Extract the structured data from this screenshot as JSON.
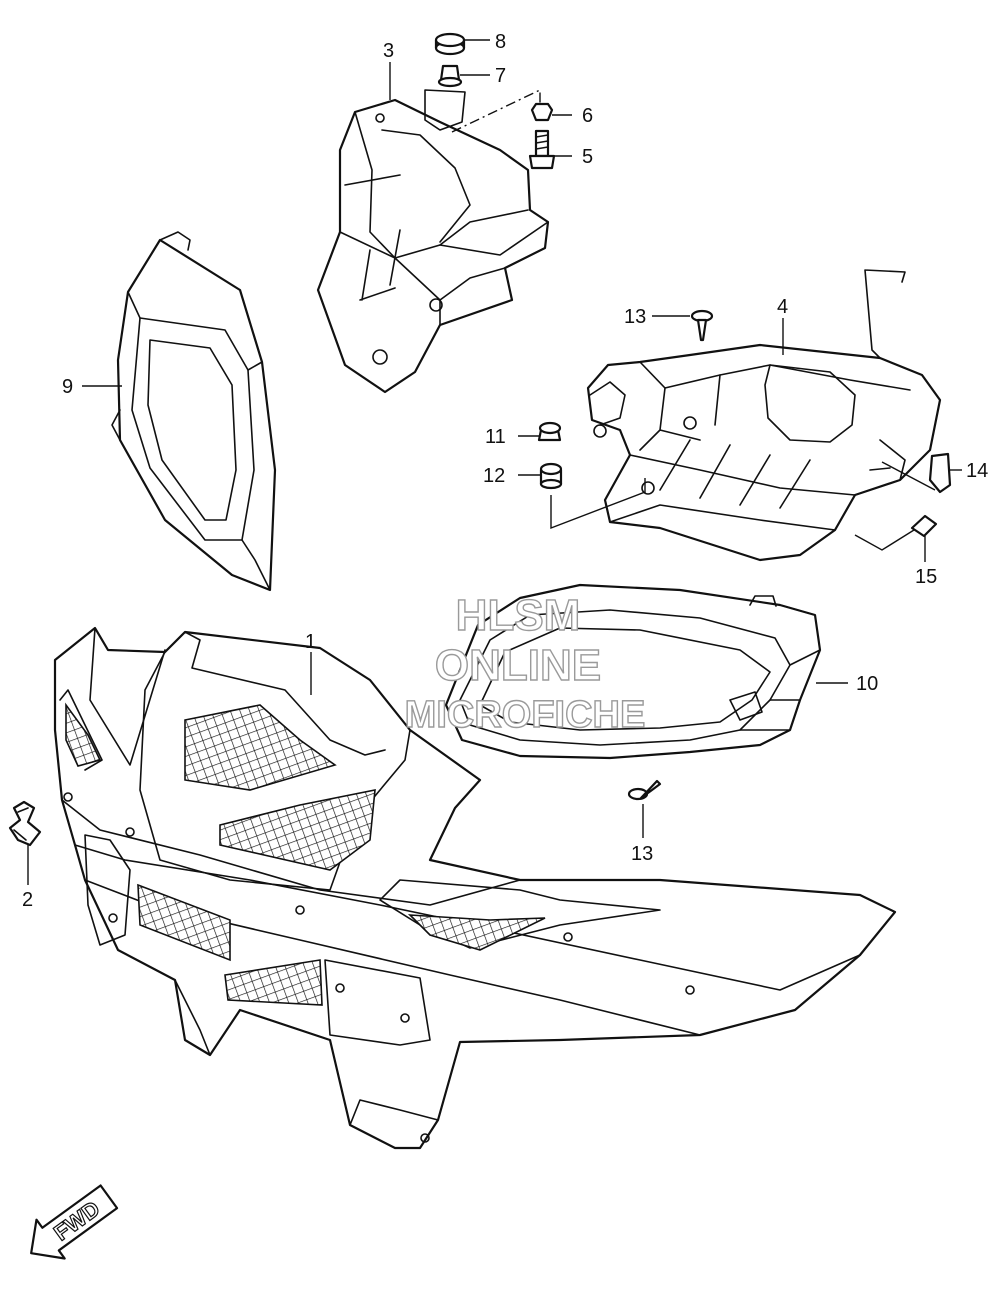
{
  "callouts": {
    "p1": "1",
    "p2": "2",
    "p3": "3",
    "p4": "4",
    "p5": "5",
    "p6": "6",
    "p7": "7",
    "p8": "8",
    "p9": "9",
    "p10": "10",
    "p11": "11",
    "p12": "12",
    "p13a": "13",
    "p13b": "13",
    "p14": "14",
    "p15": "15"
  },
  "watermark": {
    "line1": "HLSM",
    "line2": "ONLINE",
    "line3": "MICROFICHE"
  },
  "fwd_label": "FWD",
  "colors": {
    "ink": "#111111",
    "paper": "#ffffff",
    "watermark": "#9a9a9a"
  }
}
